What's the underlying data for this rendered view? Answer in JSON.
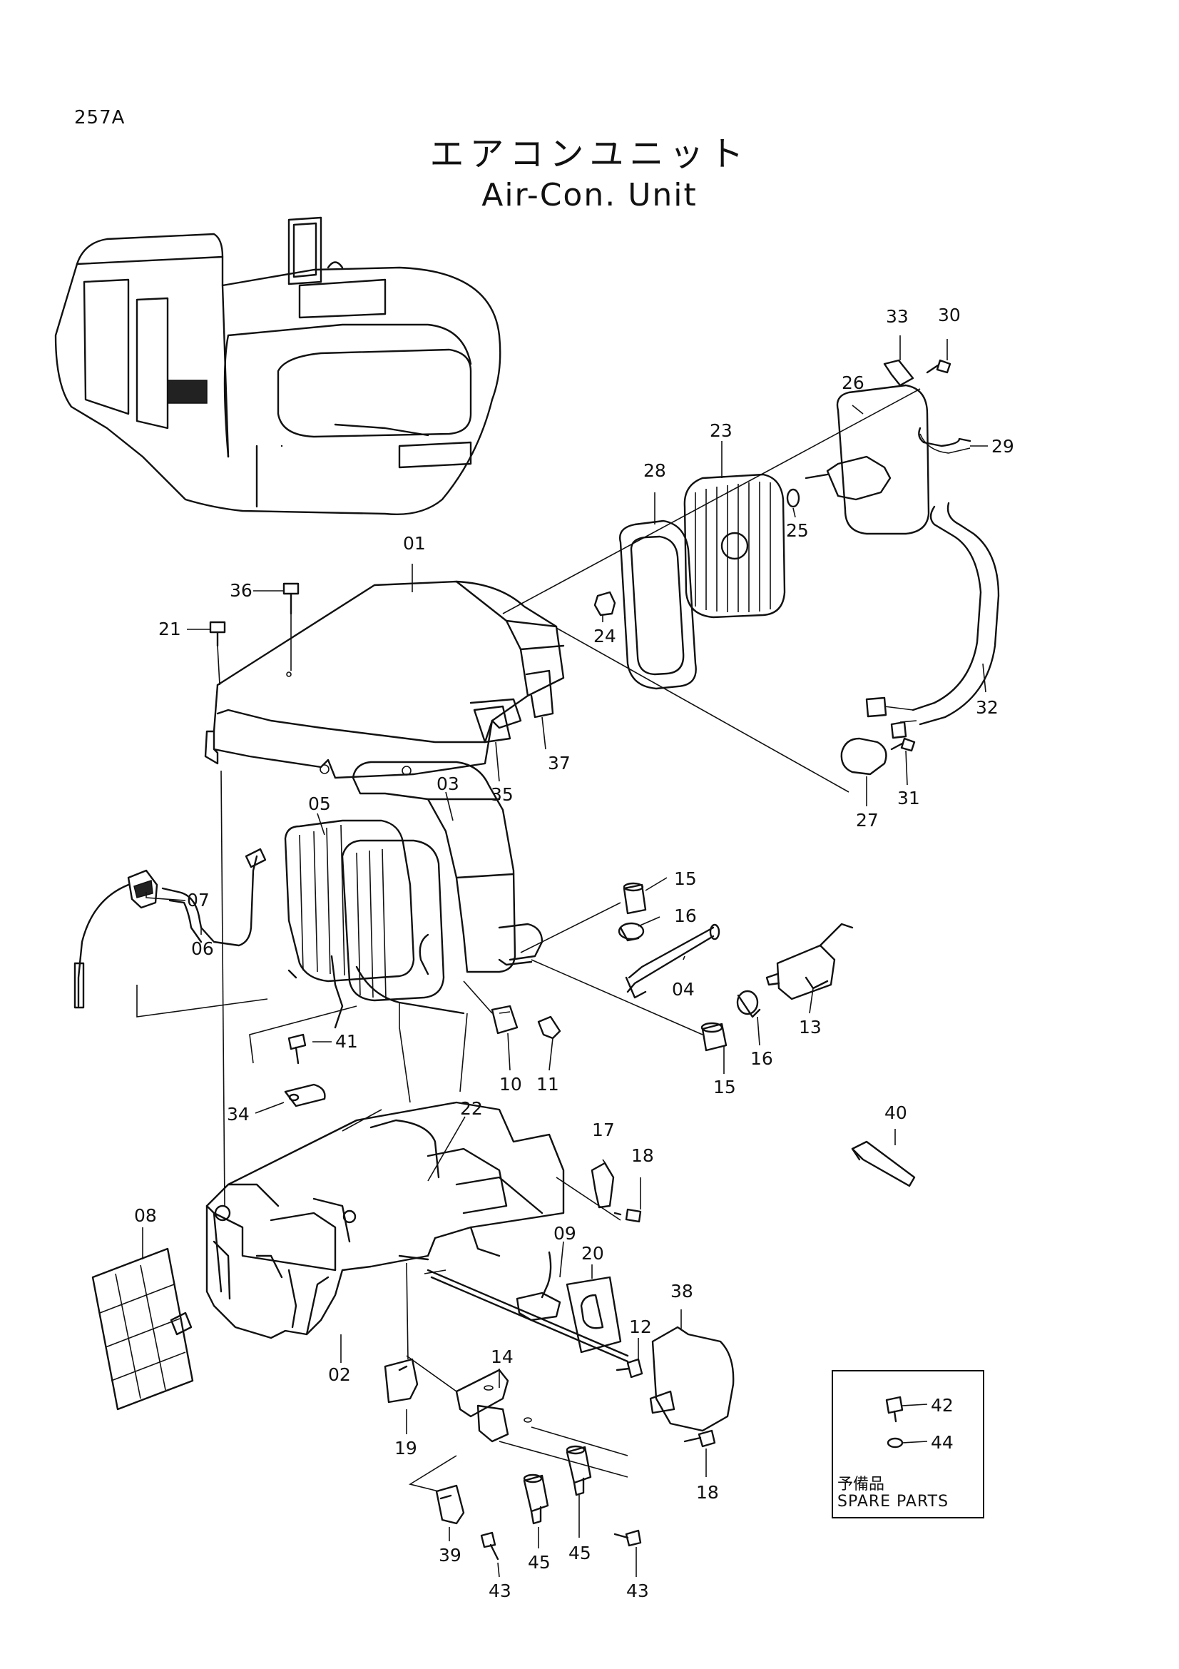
{
  "page": {
    "code": "257A",
    "title_jp": "エアコンユニット",
    "title_en": "Air-Con. Unit"
  },
  "callouts": {
    "p01": "01",
    "p02": "02",
    "p03": "03",
    "p04": "04",
    "p05": "05",
    "p06": "06",
    "p07": "07",
    "p08": "08",
    "p09": "09",
    "p10": "10",
    "p11": "11",
    "p12": "12",
    "p13": "13",
    "p14": "14",
    "p15a": "15",
    "p15b": "15",
    "p16a": "16",
    "p16b": "16",
    "p17": "17",
    "p18a": "18",
    "p18b": "18",
    "p19": "19",
    "p20": "20",
    "p21": "21",
    "p22": "22",
    "p23": "23",
    "p24": "24",
    "p25": "25",
    "p26": "26",
    "p27": "27",
    "p28": "28",
    "p29": "29",
    "p30": "30",
    "p31": "31",
    "p32": "32",
    "p33": "33",
    "p34": "34",
    "p35": "35",
    "p36": "36",
    "p37": "37",
    "p38": "38",
    "p39": "39",
    "p40": "40",
    "p41": "41",
    "p42": "42",
    "p43a": "43",
    "p43b": "43",
    "p44": "44",
    "p45a": "45",
    "p45b": "45"
  },
  "spare_parts": {
    "label_jp": "予備品",
    "label_en": "SPARE PARTS",
    "item_bolt": "42",
    "item_washer": "44"
  }
}
